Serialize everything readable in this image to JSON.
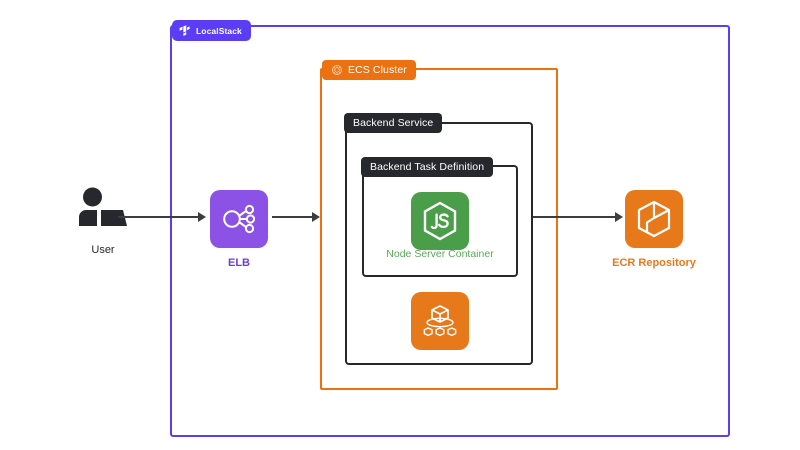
{
  "diagram": {
    "title": "LocalStack ECS architecture diagram",
    "colors": {
      "localstack_purple": "#5b3df5",
      "ecs_orange": "#ec7211",
      "box_dark": "#27282d",
      "node_green": "#4a9e4a",
      "node_green_text": "#5aa85a",
      "elb_purple": "#8c52e5",
      "elb_text": "#6d3fd6",
      "ecr_orange": "#e8791b",
      "arrow_gray": "#3c3c43",
      "background": "#ffffff"
    }
  },
  "containers": {
    "localstack": {
      "label": "LocalStack",
      "icon": "localstack-logo-icon"
    },
    "ecs_cluster": {
      "label": "ECS Cluster",
      "icon": "ecs-cluster-icon"
    },
    "backend_service": {
      "label": "Backend Service"
    },
    "task_definition": {
      "label": "Backend Task Definition"
    }
  },
  "nodes": {
    "user": {
      "label": "User",
      "icon": "user-at-laptop-icon"
    },
    "elb": {
      "label": "ELB",
      "icon": "elastic-load-balancer-icon"
    },
    "node_server": {
      "label": "Node Server Container",
      "icon": "nodejs-icon"
    },
    "ecs_service_icon": {
      "label": "",
      "icon": "ecs-container-service-icon"
    },
    "ecr": {
      "label": "ECR Repository",
      "icon": "ecr-repository-icon"
    }
  },
  "arrows": [
    {
      "name": "user-to-elb",
      "from": "User",
      "to": "ELB"
    },
    {
      "name": "elb-to-ecs-cluster",
      "from": "ELB",
      "to": "ECS Cluster"
    },
    {
      "name": "backend-service-to-ecr",
      "from": "Backend Service",
      "to": "ECR Repository"
    }
  ]
}
